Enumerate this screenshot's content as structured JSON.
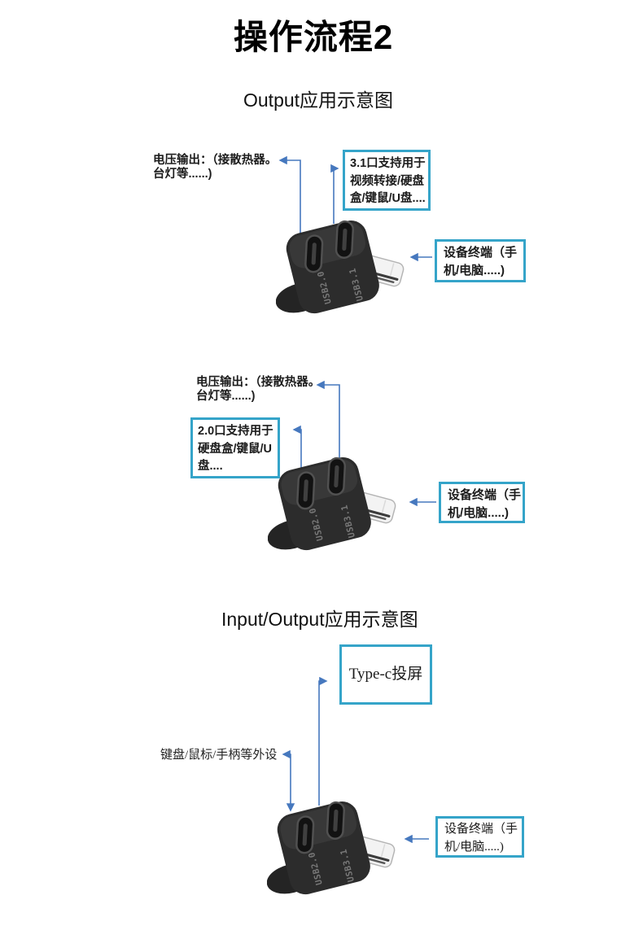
{
  "page": {
    "title": "操作流程2"
  },
  "sections": {
    "output": {
      "title": "Output应用示意图"
    },
    "io": {
      "title": "Input/Output应用示意图"
    }
  },
  "diagram1": {
    "volt_label": {
      "line1": "电压输出：（接散热器。",
      "line2": "台灯等......)"
    },
    "box31": {
      "line1": "3.1口支持用于",
      "line2": "视频转接/硬盘",
      "line3": "盒/键鼠/U盘...."
    },
    "device_box": {
      "line1": "设备终端（手",
      "line2": "机/电脑.....)"
    }
  },
  "diagram2": {
    "volt_label": {
      "line1": "电压输出：（接散热器。",
      "line2": "台灯等......)"
    },
    "box20": {
      "line1": "2.0口支持用于",
      "line2": "硬盘盒/键鼠/U",
      "line3": "盘...."
    },
    "device_box": {
      "line1": "设备终端（手",
      "line2": "机/电脑.....)"
    }
  },
  "diagram3": {
    "typec_box": "Type-c投屏",
    "peripherals_label": "键盘/鼠标/手柄等外设",
    "device_box": {
      "line1": "设备终端（手",
      "line2": "机/电脑.....)"
    }
  },
  "adapter": {
    "port1_label": "USB2.0",
    "port2_label": "USB3.1"
  },
  "colors": {
    "box_border": "#35a4c9",
    "arrow": "#4678be",
    "adapter_body": "#2c2c2c"
  }
}
